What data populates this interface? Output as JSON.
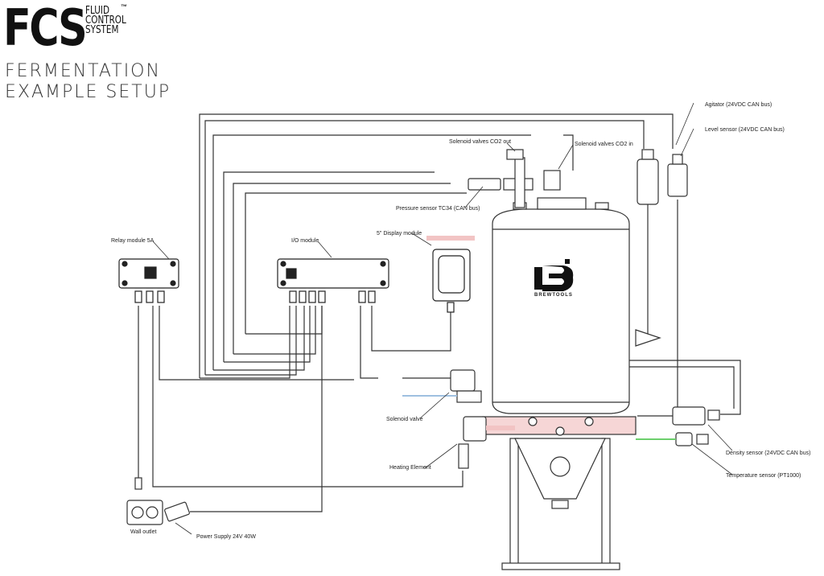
{
  "logo": {
    "brand": "FCS",
    "line1": "FLUID",
    "line2": "CONTROL",
    "line3": "SYSTEM",
    "trademark": "™"
  },
  "title": {
    "line1": "FERMENTATION",
    "line2": "EXAMPLE SETUP"
  },
  "tank_brand": "BREWTOOLS",
  "labels": {
    "agitator": "Agitator (24VDC CAN bus)",
    "level_sensor": "Level sensor (24VDC CAN bus)",
    "co2_out": "Solenoid valves CO2 out",
    "co2_in": "Solenoid valves CO2 in",
    "pressure_sensor": "Pressure sensor TC34 (CAN bus)",
    "display_module": "5\" Display module",
    "relay_module": "Relay module 5A",
    "io_module": "I/O module",
    "solenoid_valve": "Solenoid valve",
    "heating_element": "Heating Element",
    "density_sensor": "Density sensor (24VDC CAN bus)",
    "temperature_sensor": "Temperature sensor (PT1000)",
    "wall_outlet": "Wall outlet",
    "power_supply": "Power Supply 24V 40W"
  },
  "colors": {
    "line": "#333333",
    "heat_pink": "#f2c4c4",
    "cold_blue": "#9fc0e0",
    "temp_green": "#6ccf6c"
  }
}
